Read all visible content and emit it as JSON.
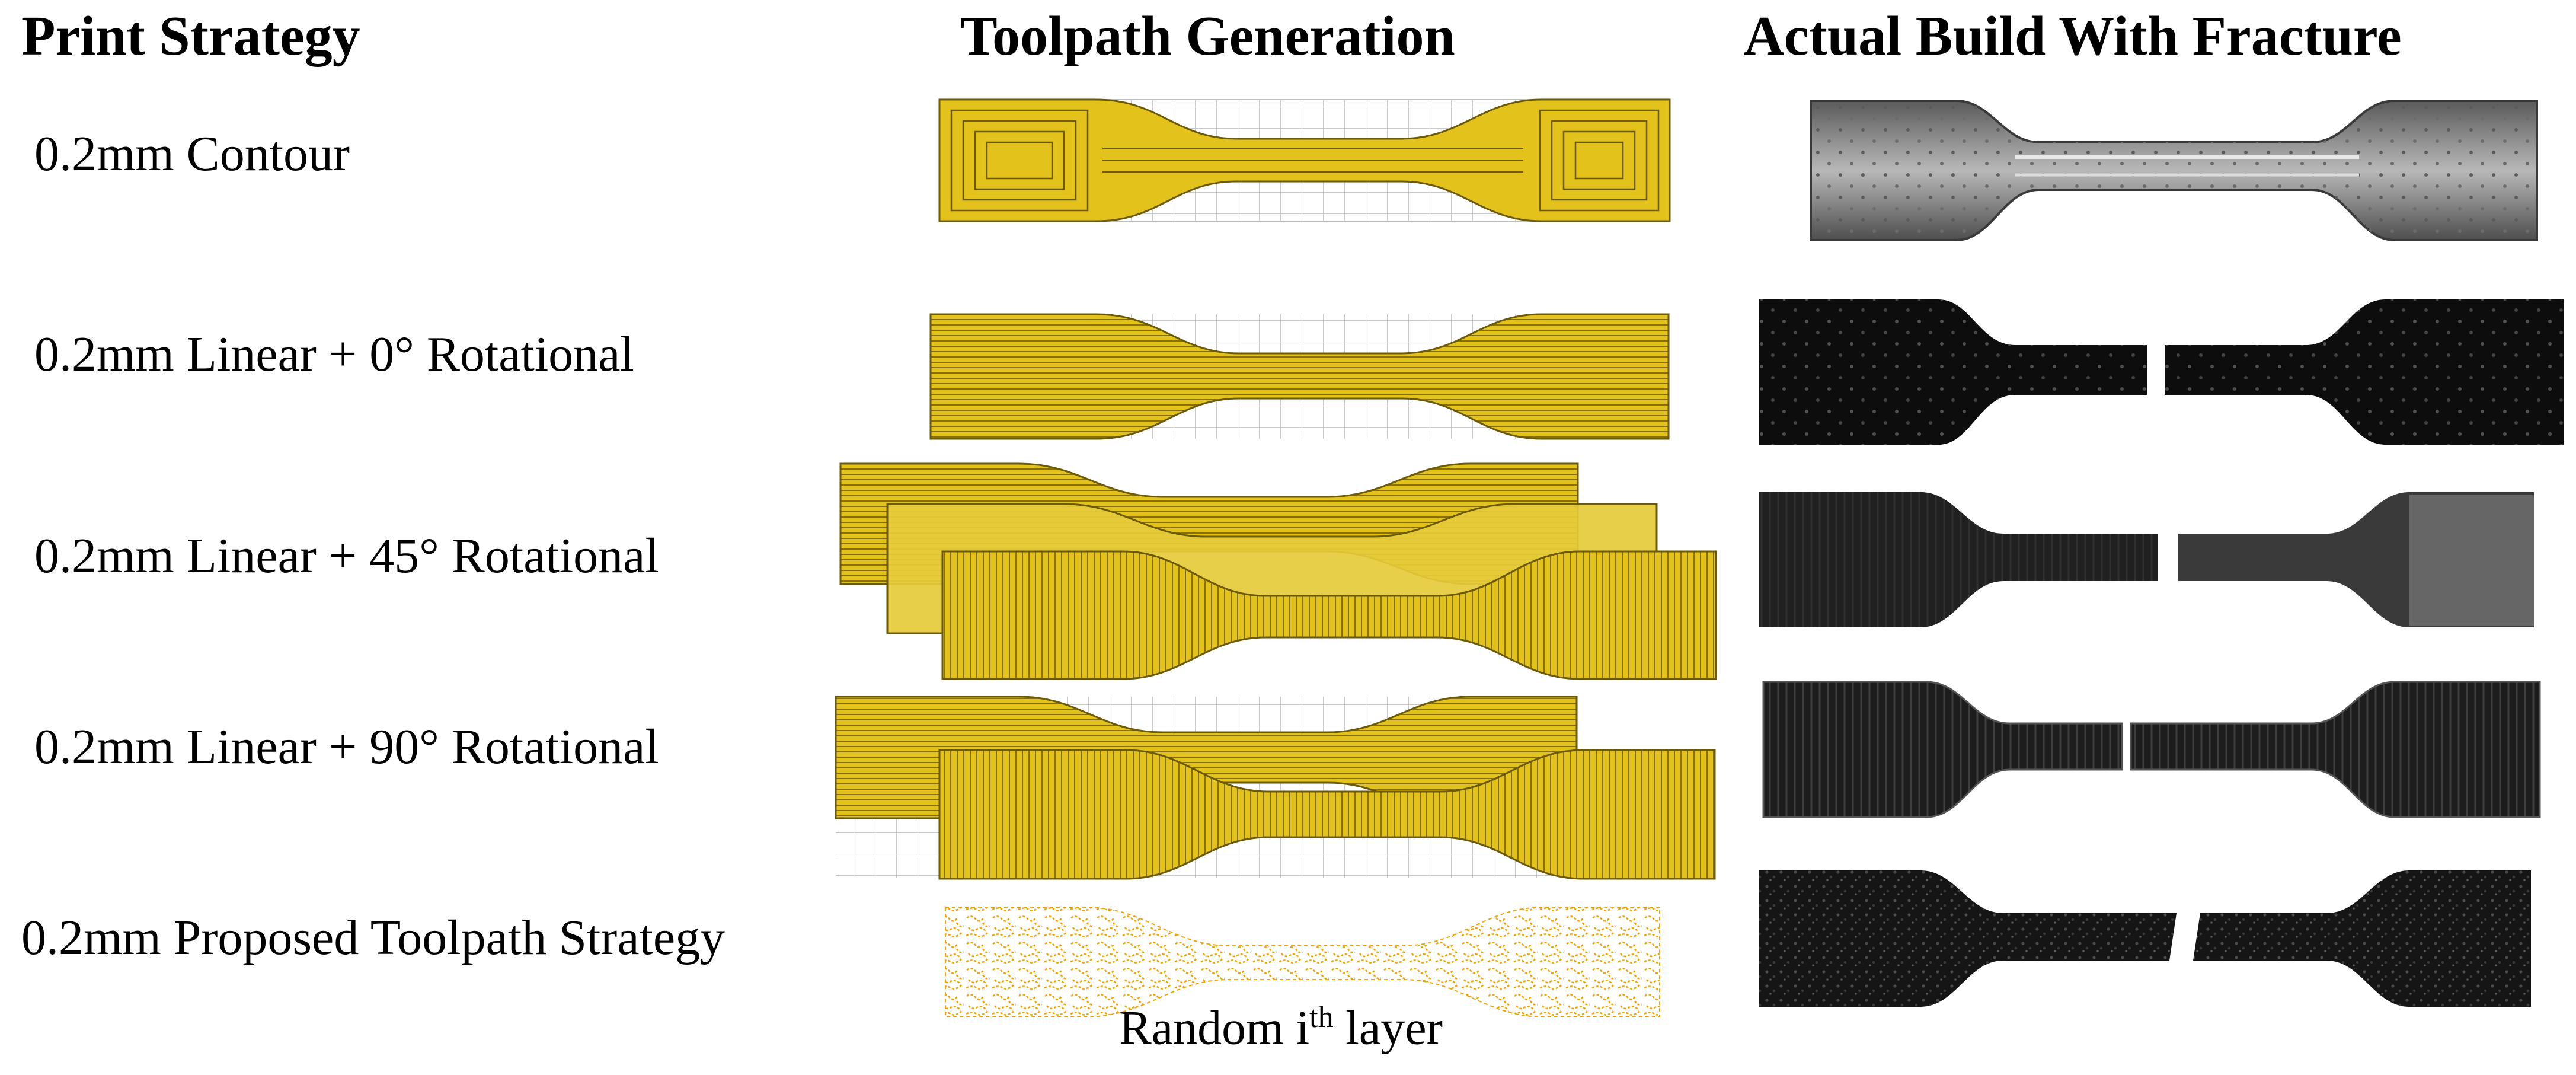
{
  "headers": {
    "print_strategy": "Print Strategy",
    "toolpath_generation": "Toolpath Generation",
    "actual_build": "Actual Build With Fracture"
  },
  "rows": [
    {
      "label": "0.2mm Contour"
    },
    {
      "label": "0.2mm Linear + 0° Rotational"
    },
    {
      "label": "0.2mm Linear + 45° Rotational"
    },
    {
      "label": "0.2mm Linear + 90° Rotational"
    },
    {
      "label": "0.2mm Proposed Toolpath Strategy"
    }
  ],
  "caption": {
    "prefix": "Random i",
    "sup": "th",
    "suffix": " layer"
  },
  "colors": {
    "toolpath_fill": "#e3c21b",
    "toolpath_line": "#6b5a08",
    "proposed_path": "#f0a300",
    "grid": "#c9c9c9",
    "specimen_dark": "#111111",
    "specimen_gray": "#8a8a8a"
  }
}
